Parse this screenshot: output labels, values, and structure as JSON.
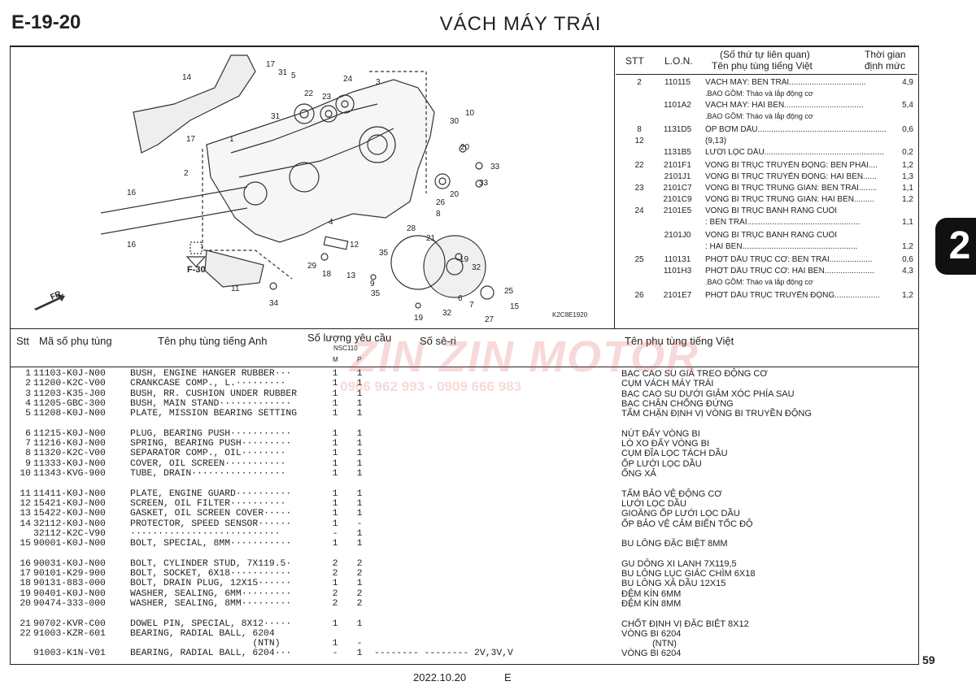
{
  "header": {
    "code": "E-19-20",
    "title": "VÁCH MÁY TRÁI"
  },
  "section_tab": "2",
  "page_number": "59",
  "footer": {
    "date": "2022.10.20",
    "edition": "E"
  },
  "diagram": {
    "code": "K2C8E1920",
    "labels": [
      "1",
      "2",
      "3",
      "4",
      "5",
      "6",
      "7",
      "8",
      "9",
      "10",
      "11",
      "12",
      "13",
      "14",
      "15",
      "16",
      "16",
      "17",
      "17",
      "18",
      "19",
      "19",
      "20",
      "20",
      "21",
      "22",
      "23",
      "24",
      "25",
      "26",
      "27",
      "28",
      "29",
      "30",
      "31",
      "31",
      "32",
      "32",
      "33",
      "33",
      "34",
      "35",
      "35"
    ],
    "ref_label": "F-30",
    "direction_label": "FR."
  },
  "right_table": {
    "headers": {
      "stt": "STT",
      "lon": "L.O.N.",
      "name_line1": "(Số thứ tự liên quan)",
      "name_line2": "Tên phụ tùng tiếng Việt",
      "time_line1": "Thời gian",
      "time_line2": "định mức"
    },
    "rows": [
      {
        "stt": "2",
        "lon": "110115",
        "name": "VÁCH MÁY: BÊN TRÁI..................................",
        "time": "4,9"
      },
      {
        "stt": "",
        "lon": "",
        "name": ".BAO GỒM: Tháo và lắp động cơ",
        "time": "",
        "sub": true
      },
      {
        "stt": "",
        "lon": "1101A2",
        "name": "VÁCH MÁY: HAI BÊN...................................",
        "time": "5,4"
      },
      {
        "stt": "",
        "lon": "",
        "name": ".BAO GỒM: Tháo và lắp động cơ",
        "time": "",
        "sub": true
      },
      {
        "stt": "8",
        "lon": "1131D5",
        "name": "ỐP BƠM DẦU.........................................................",
        "time": "0,6"
      },
      {
        "stt": "12",
        "lon": "",
        "name": "(9,13)",
        "time": ""
      },
      {
        "stt": "",
        "lon": "1131B5",
        "name": "LƯỚI LỌC DẦU.....................................................",
        "time": "0,2"
      },
      {
        "stt": "22",
        "lon": "2101F1",
        "name": "VÒNG BI TRỤC TRUYỀN ĐỘNG: BÊN PHẢI....",
        "time": "1,2"
      },
      {
        "stt": "",
        "lon": "2101J1",
        "name": "VÒNG BI TRỤC TRUYỀN ĐỘNG: HAI BÊN......",
        "time": "1,3"
      },
      {
        "stt": "23",
        "lon": "2101C7",
        "name": "VÒNG BI TRỤC TRUNG GIAN: BÊN TRÁI........",
        "time": "1,1"
      },
      {
        "stt": "",
        "lon": "2101C9",
        "name": "VÒNG BI TRỤC TRUNG GIAN: HAI BÊN.........",
        "time": "1,2"
      },
      {
        "stt": "24",
        "lon": "2101E5",
        "name": "VÒNG BI TRỤC BÁNH RĂNG CUỐI",
        "time": ""
      },
      {
        "stt": "",
        "lon": "",
        "name": ": BÊN TRÁI..................................................",
        "time": "1,1"
      },
      {
        "stt": "",
        "lon": "2101J0",
        "name": "VÒNG BI TRỤC BÁNH RĂNG CUỐI",
        "time": ""
      },
      {
        "stt": "",
        "lon": "",
        "name": ": HAI BÊN...................................................",
        "time": "1,2"
      },
      {
        "stt": "25",
        "lon": "110131",
        "name": "PHỚT DẦU TRỤC CƠ: BÊN TRÁI...................",
        "time": "0,6"
      },
      {
        "stt": "",
        "lon": "1101H3",
        "name": "PHỚT DẦU TRỤC CƠ: HAI BÊN......................",
        "time": "4,3"
      },
      {
        "stt": "",
        "lon": "",
        "name": ".BAO GỒM: Tháo và lắp động cơ",
        "time": "",
        "sub": true
      },
      {
        "stt": "26",
        "lon": "2101E7",
        "name": "PHỚT DẦU TRỤC TRUYỀN ĐỘNG....................",
        "time": "1,2"
      }
    ]
  },
  "parts_table": {
    "headers": {
      "stt": "Stt",
      "part_no": "Mã số phụ tùng",
      "name_en": "Tên phụ tùng tiếng Anh",
      "qty": "Số lượng yêu cầu",
      "model": "NSC110",
      "m": "M",
      "p": "P",
      "serial": "Số sê-ri",
      "name_vi": "Tên phụ tùng tiếng Việt"
    },
    "rows": [
      {
        "stt": "1",
        "pn": "11103-K0J-N00",
        "en": "BUSH, ENGINE HANGER RUBBER···",
        "m": "1",
        "p": "1",
        "ser": "",
        "vi": "BẠC CAO SU GIÁ TREO ĐỘNG CƠ"
      },
      {
        "stt": "2",
        "pn": "11200-K2C-V00",
        "en": "CRANKCASE COMP., L.·········",
        "m": "1",
        "p": "1",
        "ser": "",
        "vi": "CỤM VÁCH MÁY TRÁI"
      },
      {
        "stt": "3",
        "pn": "11203-K35-J00",
        "en": "BUSH, RR. CUSHION UNDER RUBBER",
        "m": "1",
        "p": "1",
        "ser": "",
        "vi": "BẠC CAO SU DƯỚI GIẢM XÓC PHÍA SAU"
      },
      {
        "stt": "4",
        "pn": "11205-GBC-300",
        "en": "BUSH, MAIN STAND·············",
        "m": "1",
        "p": "1",
        "ser": "",
        "vi": "BẠC CHÂN CHỐNG ĐỨNG"
      },
      {
        "stt": "5",
        "pn": "11208-K0J-N00",
        "en": "PLATE, MISSION BEARING SETTING",
        "m": "1",
        "p": "1",
        "ser": "",
        "vi": "TẤM CHẶN ĐỊNH VỊ VÒNG BI TRUYỀN ĐỘNG"
      },
      {
        "gap": true
      },
      {
        "stt": "6",
        "pn": "11215-K0J-N00",
        "en": "PLUG, BEARING PUSH···········",
        "m": "1",
        "p": "1",
        "ser": "",
        "vi": "NÚT ĐẨY VÒNG BI"
      },
      {
        "stt": "7",
        "pn": "11216-K0J-N00",
        "en": "SPRING, BEARING PUSH·········",
        "m": "1",
        "p": "1",
        "ser": "",
        "vi": "LÒ XO ĐẨY VÒNG BI"
      },
      {
        "stt": "8",
        "pn": "11320-K2C-V00",
        "en": "SEPARATOR COMP., OIL········",
        "m": "1",
        "p": "1",
        "ser": "",
        "vi": "CỤM ĐĨA LỌC TÁCH DẦU"
      },
      {
        "stt": "9",
        "pn": "11333-K0J-N00",
        "en": "COVER, OIL SCREEN···········",
        "m": "1",
        "p": "1",
        "ser": "",
        "vi": "ỐP LƯỚI LỌC DẦU"
      },
      {
        "stt": "10",
        "pn": "11343-KVG-900",
        "en": "TUBE, DRAIN·················",
        "m": "1",
        "p": "1",
        "ser": "",
        "vi": "ỐNG XẢ"
      },
      {
        "gap": true
      },
      {
        "stt": "11",
        "pn": "11411-K0J-N00",
        "en": "PLATE, ENGINE GUARD··········",
        "m": "1",
        "p": "1",
        "ser": "",
        "vi": "TẤM BẢO VỆ ĐỘNG CƠ"
      },
      {
        "stt": "12",
        "pn": "15421-K0J-N00",
        "en": "SCREEN, OIL FILTER··········",
        "m": "1",
        "p": "1",
        "ser": "",
        "vi": "LƯỚI LỌC DẦU"
      },
      {
        "stt": "13",
        "pn": "15422-K0J-N00",
        "en": "GASKET, OIL SCREEN COVER·····",
        "m": "1",
        "p": "1",
        "ser": "",
        "vi": "GIOĂNG ỐP LƯỚI LỌC DẦU"
      },
      {
        "stt": "14",
        "pn": "32112-K0J-N00",
        "en": "PROTECTOR, SPEED SENSOR······",
        "m": "1",
        "p": "-",
        "ser": "",
        "vi": "ỐP BẢO VỆ CẢM BIẾN TỐC ĐỘ"
      },
      {
        "stt": "",
        "pn": "32112-K2C-V90",
        "en": "···························",
        "m": "-",
        "p": "1",
        "ser": "",
        "vi": ""
      },
      {
        "stt": "15",
        "pn": "90001-K0J-N00",
        "en": "BOLT, SPECIAL, 8MM···········",
        "m": "1",
        "p": "1",
        "ser": "",
        "vi": "BU LÔNG ĐẶC BIỆT 8MM"
      },
      {
        "gap": true
      },
      {
        "stt": "16",
        "pn": "90031-K0J-N00",
        "en": "BOLT, CYLINDER STUD, 7X119.5·",
        "m": "2",
        "p": "2",
        "ser": "",
        "vi": "GU DÔNG XI LANH 7X119,5"
      },
      {
        "stt": "17",
        "pn": "90101-K29-900",
        "en": "BOLT, SOCKET, 6X18···········",
        "m": "2",
        "p": "2",
        "ser": "",
        "vi": "BU LÔNG LỤC GIÁC CHÌM 6X18"
      },
      {
        "stt": "18",
        "pn": "90131-883-000",
        "en": "BOLT, DRAIN PLUG, 12X15······",
        "m": "1",
        "p": "1",
        "ser": "",
        "vi": "BU LÔNG XẢ DẦU 12X15"
      },
      {
        "stt": "19",
        "pn": "90401-K0J-N00",
        "en": "WASHER, SEALING, 6MM·········",
        "m": "2",
        "p": "2",
        "ser": "",
        "vi": "ĐỆM KÍN 6MM"
      },
      {
        "stt": "20",
        "pn": "90474-333-000",
        "en": "WASHER, SEALING, 8MM·········",
        "m": "2",
        "p": "2",
        "ser": "",
        "vi": "ĐỆM KÍN 8MM"
      },
      {
        "gap": true
      },
      {
        "stt": "21",
        "pn": "90702-KVR-C00",
        "en": "DOWEL PIN, SPECIAL, 8X12·····",
        "m": "1",
        "p": "1",
        "ser": "",
        "vi": "CHỐT ĐỊNH VỊ ĐẶC BIỆT 8X12"
      },
      {
        "stt": "22",
        "pn": "91003-KZR-601",
        "en": "BEARING, RADIAL BALL, 6204",
        "m": "",
        "p": "",
        "ser": "",
        "vi": "VÒNG BI 6204"
      },
      {
        "stt": "",
        "pn": "",
        "en": "                      (NTN)",
        "m": "1",
        "p": "-",
        "ser": "",
        "vi": "(NTN)",
        "vi_indent": true
      },
      {
        "stt": "",
        "pn": "91003-K1N-V01",
        "en": "BEARING, RADIAL BALL, 6204···",
        "m": "-",
        "p": "1",
        "ser": "-------- -------- 2V,3V,V",
        "vi": "VÒNG BI 6204"
      }
    ]
  },
  "watermark": {
    "brand": "ZIN ZIN MOTOR",
    "phones": "0966 962 993 - 0909 666 983"
  }
}
